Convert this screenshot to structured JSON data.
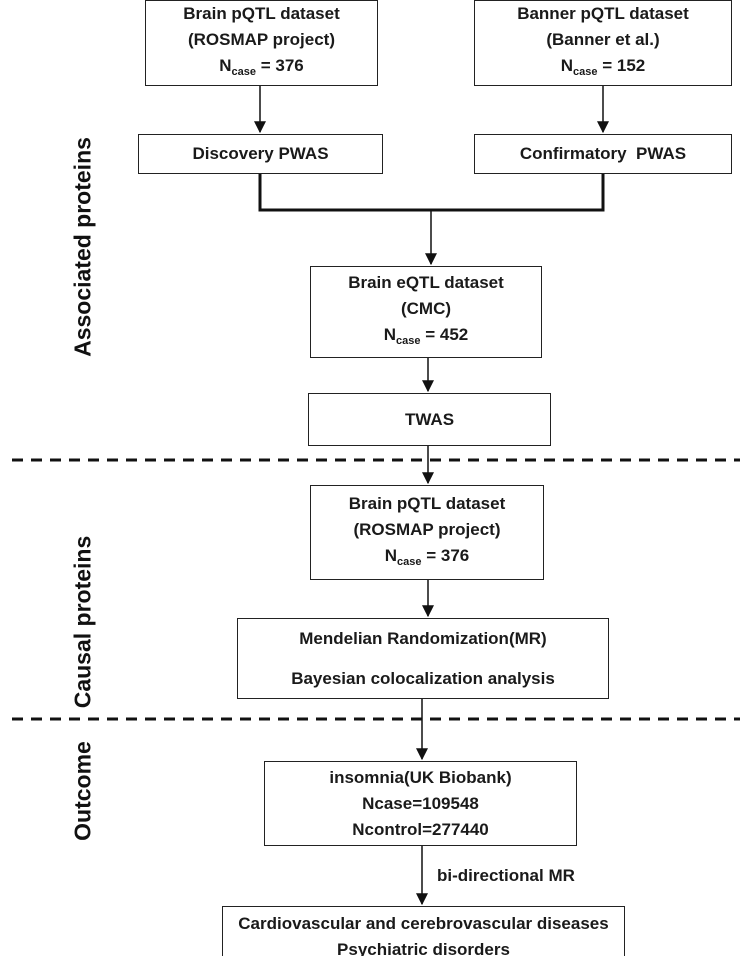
{
  "sections": {
    "associated": "Associated proteins",
    "causal": "Causal proteins",
    "outcome": "Outcome"
  },
  "boxes": {
    "brain_pqtl_top": {
      "line1": "Brain pQTL dataset",
      "line2": "(ROSMAP project)",
      "n_symbol": "N",
      "n_sub": "case",
      "n_value": " = 376"
    },
    "banner_pqtl": {
      "line1": "Banner pQTL dataset",
      "line2": "(Banner et al.)",
      "n_symbol": "N",
      "n_sub": "case",
      "n_value": " = 152"
    },
    "discovery_pwas": {
      "label": "Discovery PWAS"
    },
    "confirmatory_pwas": {
      "label": "Confirmatory  PWAS"
    },
    "brain_eqtl": {
      "line1": "Brain eQTL dataset",
      "line2": "(CMC)",
      "n_symbol": "N",
      "n_sub": "case",
      "n_value": " = 452"
    },
    "twas": {
      "label": "TWAS"
    },
    "brain_pqtl_causal": {
      "line1": "Brain pQTL dataset",
      "line2": "(ROSMAP project)",
      "n_symbol": "N",
      "n_sub": "case",
      "n_value": " = 376"
    },
    "mr_coloc": {
      "line1": "Mendelian Randomization(MR)",
      "line2": "Bayesian colocalization analysis"
    },
    "insomnia": {
      "line1": "insomnia(UK Biobank)",
      "line2": "Ncase=109548",
      "line3": "Ncontrol=277440"
    },
    "diseases": {
      "line1": "Cardiovascular and cerebrovascular diseases",
      "line2": "Psychiatric disorders"
    }
  },
  "edge_labels": {
    "bidirectional_mr": "bi-directional MR"
  },
  "colors": {
    "line": "#111111",
    "box_border": "#222222",
    "background": "#ffffff"
  }
}
